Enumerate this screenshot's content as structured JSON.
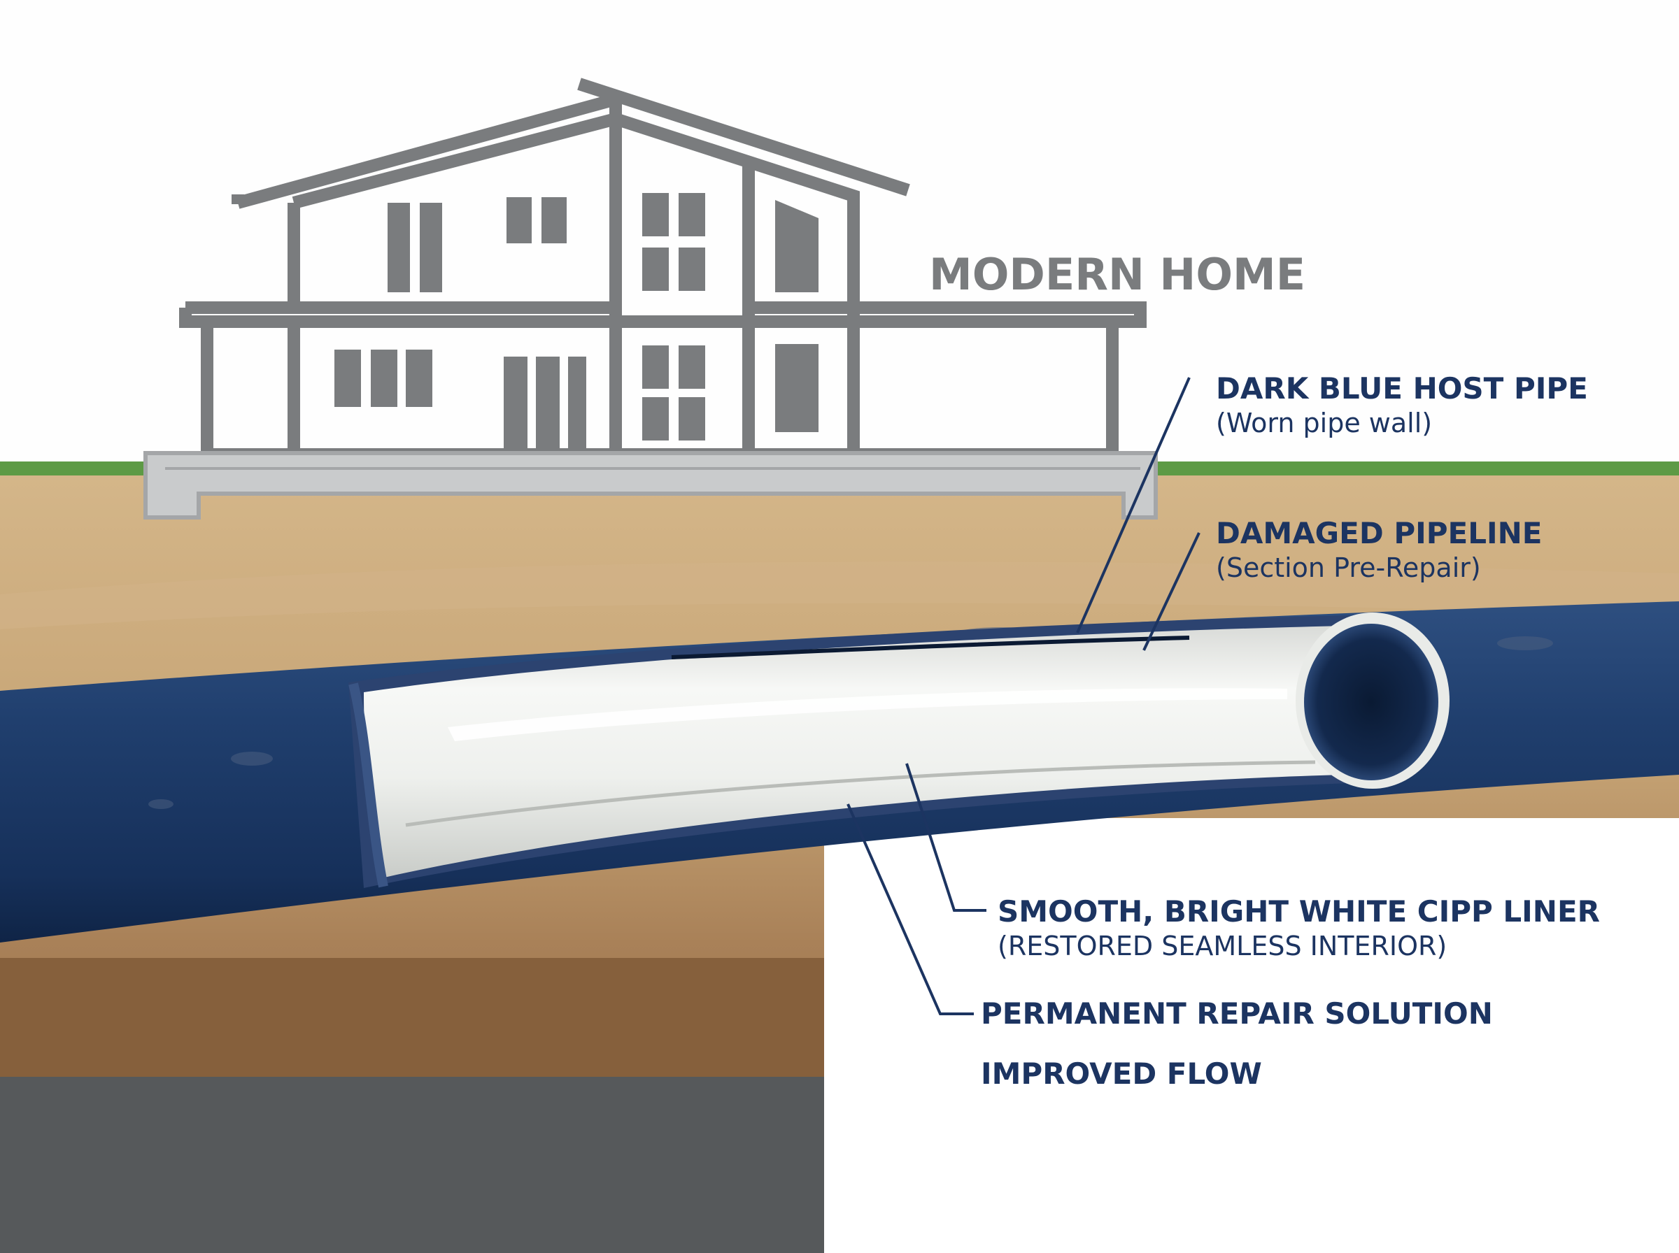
{
  "house": {
    "label": "MODERN HOME"
  },
  "callouts": {
    "host_pipe": {
      "title": "DARK BLUE HOST PIPE",
      "subtitle": "(Worn pipe wall)"
    },
    "damaged": {
      "title": "DAMAGED PIPELINE",
      "subtitle": "(Section Pre-Repair)"
    },
    "liner": {
      "title": "SMOOTH, BRIGHT WHITE CIPP LINER",
      "subtitle": "(RESTORED SEAMLESS INTERIOR)"
    },
    "permanent": {
      "title": "PERMANENT REPAIR SOLUTION"
    },
    "flow": {
      "title": "IMPROVED FLOW"
    }
  },
  "colors": {
    "navy_text": "#1c3461",
    "house_gray": "#7a7c7e",
    "pipe_blue": "#1f3b66",
    "liner_white": "#f3f4f2",
    "grass_green": "#5d9a45",
    "soil_tan": "#c9a97d",
    "soil_brown": "#8a6541",
    "bedrock_gray": "#55585a"
  }
}
